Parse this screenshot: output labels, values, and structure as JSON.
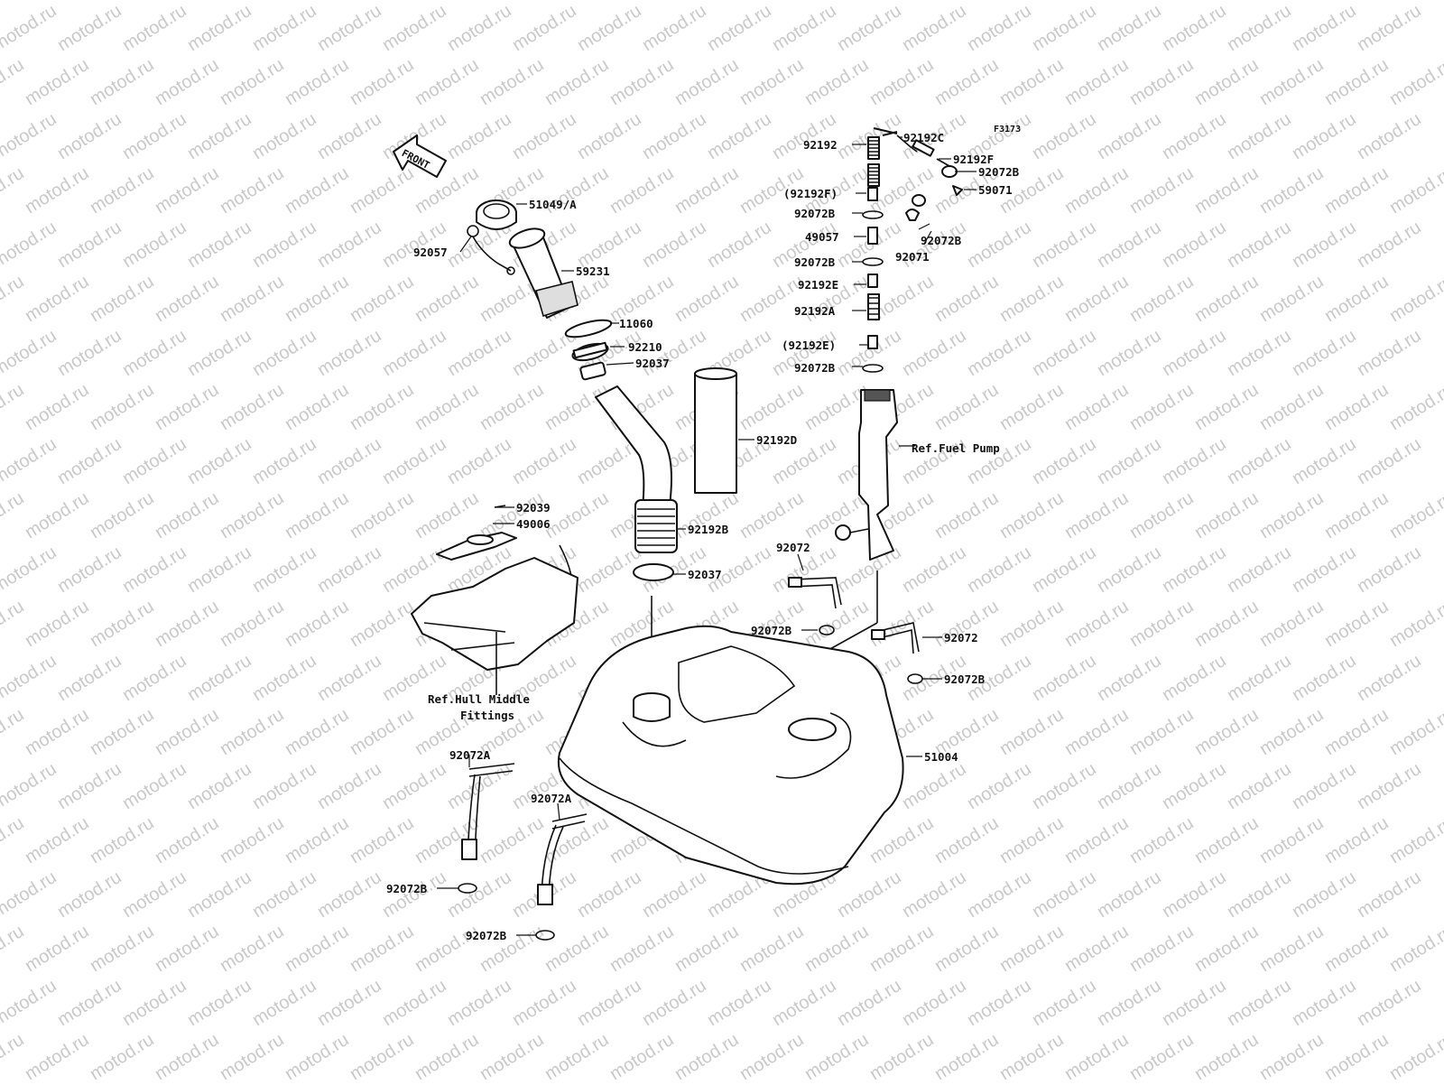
{
  "diagram": {
    "figure_code": "F3173",
    "front_arrow_label": "FRONT",
    "watermark_text": "motod.ru",
    "ref_fuel_pump": "Ref.Fuel Pump",
    "ref_hull_line1": "Ref.Hull Middle",
    "ref_hull_line2": "Fittings",
    "part_labels": [
      "51049/A",
      "92057",
      "59231",
      "11060",
      "92210",
      "92037",
      "92192D",
      "92039",
      "49006",
      "92192B",
      "92037",
      "92192",
      "92192C",
      "92192F",
      "92072B",
      "59071",
      "(92192F)",
      "92072B",
      "92072B",
      "92071",
      "49057",
      "92072B",
      "92192E",
      "92192A",
      "(92192E)",
      "92072B",
      "92072",
      "92072B",
      "92072",
      "92072B",
      "51004",
      "92072A",
      "92072A",
      "92072B",
      "92072B"
    ]
  }
}
